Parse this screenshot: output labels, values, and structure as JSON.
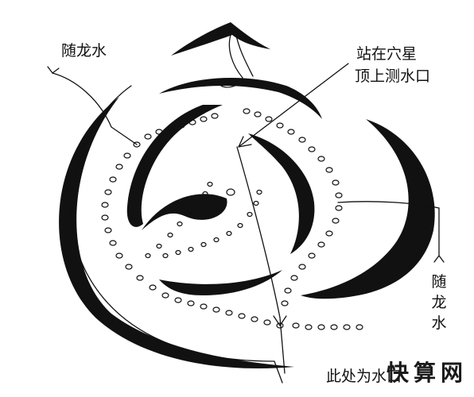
{
  "labels": {
    "top_left": "随龙水",
    "top_right_line1": "站在穴星",
    "top_right_line2": "顶上测水口",
    "right_vertical": [
      "随",
      "龙",
      "水"
    ],
    "bottom": "此处为水口"
  },
  "watermark": "快算网",
  "colors": {
    "ink": "#111111",
    "background": "#ffffff"
  }
}
